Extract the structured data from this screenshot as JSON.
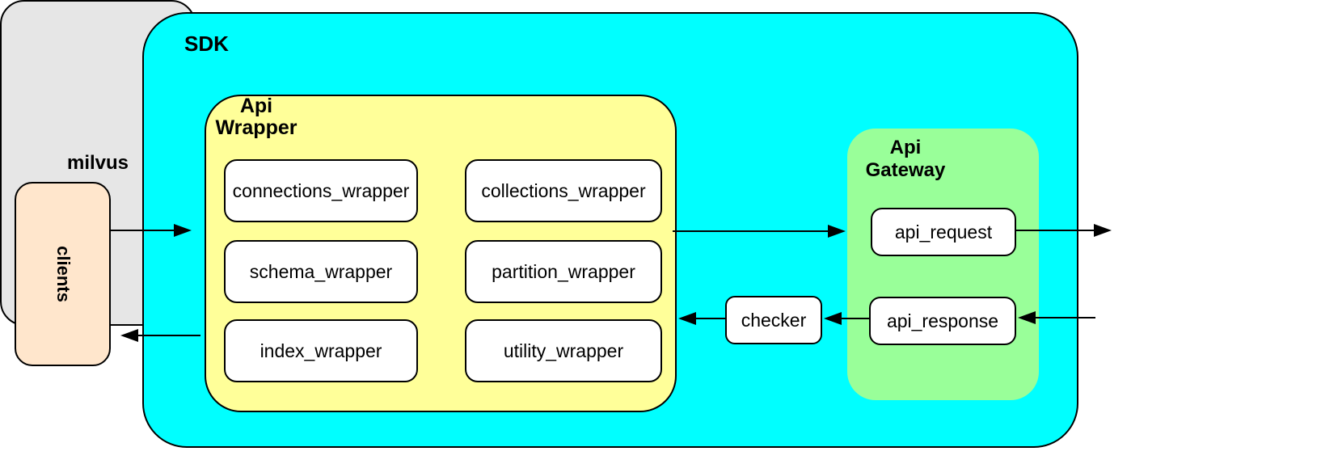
{
  "diagram": {
    "clients": {
      "label": "clients"
    },
    "sdk": {
      "label": "SDK"
    },
    "api_wrapper": {
      "label_line1": "Api",
      "label_line2": "Wrapper",
      "boxes": [
        {
          "label": "connections_wrapper"
        },
        {
          "label": "collections_wrapper"
        },
        {
          "label": "schema_wrapper"
        },
        {
          "label": "partition_wrapper"
        },
        {
          "label": "index_wrapper"
        },
        {
          "label": "utility_wrapper"
        }
      ]
    },
    "checker": {
      "label": "checker"
    },
    "api_gateway": {
      "label_line1": "Api",
      "label_line2": "Gateway",
      "request": {
        "label": "api_request"
      },
      "response": {
        "label": "api_response"
      }
    },
    "milvus": {
      "label": "milvus"
    },
    "colors": {
      "sdk_fill": "#00FFFF",
      "api_wrapper_fill": "#FFFF99",
      "api_gateway_fill": "#99FF99",
      "clients_fill": "#FFE6CC",
      "milvus_fill": "#E6E6E6",
      "node_fill": "#FFFFFF",
      "stroke": "#000000"
    }
  }
}
